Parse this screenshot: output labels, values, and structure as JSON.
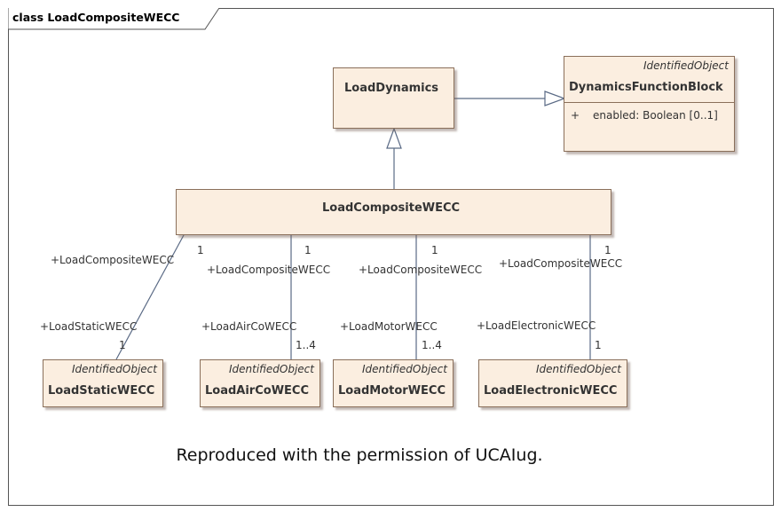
{
  "frame": {
    "title": "class LoadCompositeWECC"
  },
  "classes": {
    "load_dynamics": {
      "name": "LoadDynamics"
    },
    "dynamics_function_block": {
      "stereotype": "IdentifiedObject",
      "name": "DynamicsFunctionBlock",
      "attribute_visibility": "+",
      "attribute": "enabled: Boolean [0..1]"
    },
    "load_composite": {
      "name": "LoadCompositeWECC"
    },
    "load_static": {
      "stereotype": "IdentifiedObject",
      "name": "LoadStaticWECC"
    },
    "load_airco": {
      "stereotype": "IdentifiedObject",
      "name": "LoadAirCoWECC"
    },
    "load_motor": {
      "stereotype": "IdentifiedObject",
      "name": "LoadMotorWECC"
    },
    "load_electronic": {
      "stereotype": "IdentifiedObject",
      "name": "LoadElectronicWECC"
    }
  },
  "associations": {
    "static": {
      "source_multiplicity": "1",
      "source_role": "+LoadCompositeWECC",
      "target_role": "+LoadStaticWECC",
      "target_multiplicity": "1"
    },
    "airco": {
      "source_multiplicity": "1",
      "source_role": "+LoadCompositeWECC",
      "target_role": "+LoadAirCoWECC",
      "target_multiplicity": "1..4"
    },
    "motor": {
      "source_multiplicity": "1",
      "source_role": "+LoadCompositeWECC",
      "target_role": "+LoadMotorWECC",
      "target_multiplicity": "1..4"
    },
    "electronic": {
      "source_multiplicity": "1",
      "source_role": "+LoadCompositeWECC",
      "target_role": "+LoadElectronicWECC",
      "target_multiplicity": "1"
    }
  },
  "caption": "Reproduced with the permission of UCAIug."
}
